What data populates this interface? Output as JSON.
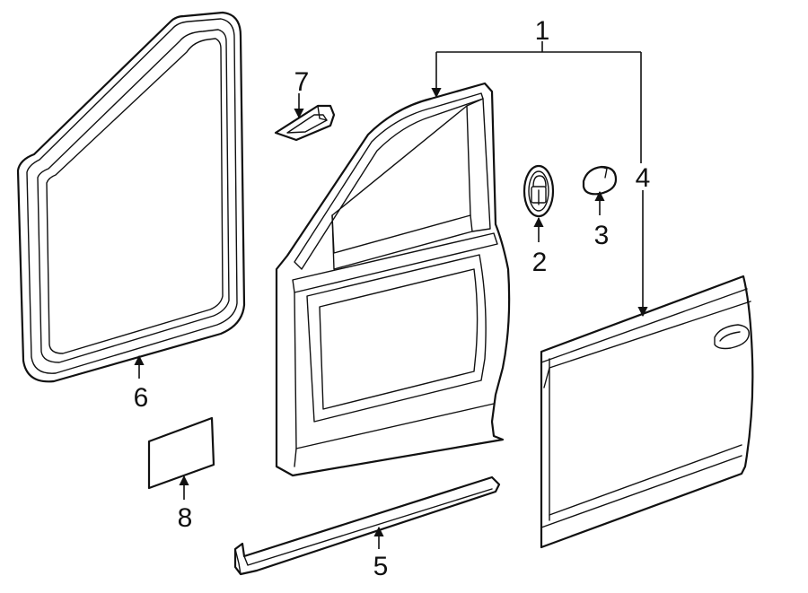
{
  "diagram": {
    "callouts": [
      {
        "id": "1",
        "label": "1"
      },
      {
        "id": "2",
        "label": "2"
      },
      {
        "id": "3",
        "label": "3"
      },
      {
        "id": "4",
        "label": "4"
      },
      {
        "id": "5",
        "label": "5"
      },
      {
        "id": "6",
        "label": "6"
      },
      {
        "id": "7",
        "label": "7"
      },
      {
        "id": "8",
        "label": "8"
      }
    ],
    "colors": {
      "line": "#111111",
      "background": "#ffffff"
    }
  }
}
